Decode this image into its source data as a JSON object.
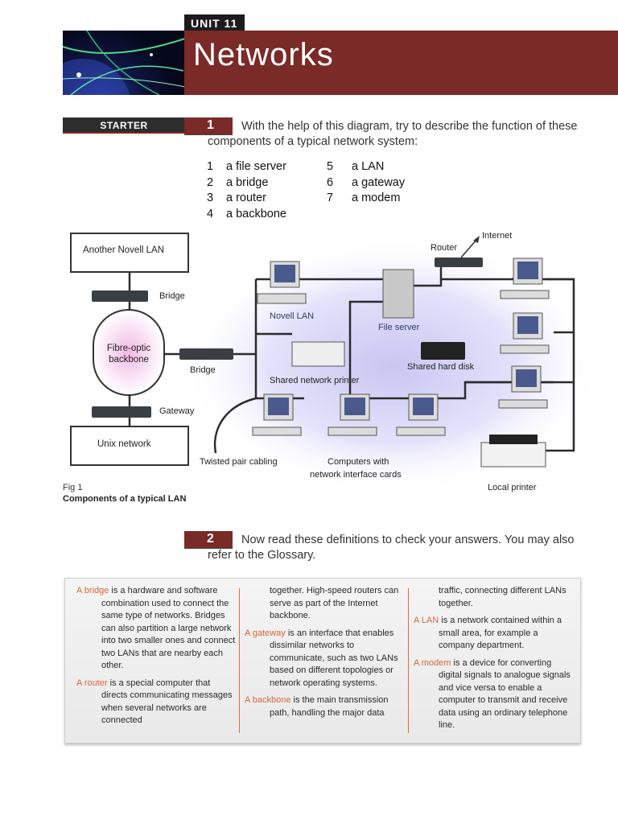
{
  "header": {
    "unit": "UNIT 11",
    "title": "Networks"
  },
  "starter": {
    "label": "STARTER"
  },
  "q1": {
    "num": "1",
    "text": "With the help of this diagram, try to describe the function of these components of a typical network system:",
    "items_left": [
      {
        "n": "1",
        "label": "a file server"
      },
      {
        "n": "2",
        "label": "a bridge"
      },
      {
        "n": "3",
        "label": "a router"
      },
      {
        "n": "4",
        "label": "a backbone"
      }
    ],
    "items_right": [
      {
        "n": "5",
        "label": "a LAN"
      },
      {
        "n": "6",
        "label": "a gateway"
      },
      {
        "n": "7",
        "label": "a modem"
      }
    ]
  },
  "diagram": {
    "another_lan": "Another Novell LAN",
    "bridge_top": "Bridge",
    "fibre": "Fibre-optic backbone",
    "bridge_mid": "Bridge",
    "gateway": "Gateway",
    "unix": "Unix network",
    "twisted": "Twisted pair cabling",
    "computers_1": "Computers with",
    "computers_2": "network interface cards",
    "novell_lan": "Novell LAN",
    "printer": "Shared  network  printer",
    "file_server": "File server",
    "hard_disk": "Shared hard disk",
    "router": "Router",
    "internet": "Internet",
    "local_printer": "Local printer"
  },
  "figure": {
    "label": "Fig 1",
    "caption": "Components of a typical LAN"
  },
  "q2": {
    "num": "2",
    "text": "Now read these definitions to check your answers. You may also refer to the Glossary."
  },
  "definitions": {
    "col1": [
      {
        "term": "A bridge",
        "text": " is a hardware and software combination used to connect the same type of networks. Bridges can also partition a large network into two smaller ones and connect two LANs that are nearby each other."
      },
      {
        "term": "A router",
        "text": " is a special computer that directs communicating messages when several networks are connected"
      }
    ],
    "col2_cont": "together. High-speed routers can serve as part of the Internet backbone.",
    "col2": [
      {
        "term": "A gateway",
        "text": " is an interface that enables dissimilar networks to communicate, such as two LANs based on different topologies or network operating systems."
      },
      {
        "term": "A backbone",
        "text": " is the main transmission path, handling the major data"
      }
    ],
    "col3_cont": "traffic, connecting different LANs together.",
    "col3": [
      {
        "term": "A LAN",
        "text": " is a network contained within a small area, for example a company department."
      },
      {
        "term": "A modem",
        "text": " is a device for converting digital signals to analogue signals and vice versa to enable a computer to transmit and receive data using an ordinary telephone line."
      }
    ]
  },
  "colors": {
    "accent": "#7a2a27",
    "term": "#d9653b",
    "cable": "#2b2b2b"
  }
}
